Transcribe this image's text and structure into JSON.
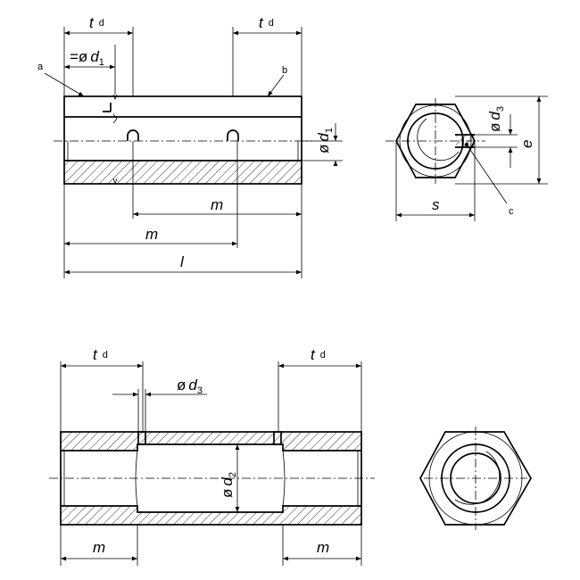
{
  "figure": {
    "top_view": {
      "dim_t_left": {
        "sym": "t",
        "sup": "d"
      },
      "dim_t_right": {
        "sym": "t",
        "sup": "d"
      },
      "dim_d1_top": {
        "pre": "=ø",
        "sym": "d",
        "sub": "1"
      },
      "dim_d1_side": {
        "pre": "ø",
        "sym": "d",
        "sub": "1"
      },
      "dim_m_upper": "m",
      "dim_m_lower": "m",
      "dim_l": "l",
      "callout_a": "a",
      "callout_b": "b",
      "flat_mark": "L"
    },
    "end_view_top": {
      "dim_d3": {
        "pre": "ø",
        "sym": "d",
        "sub": "3"
      },
      "dim_e": "e",
      "dim_s": "s",
      "callout_c": "c"
    },
    "section_view": {
      "dim_t_left": {
        "sym": "t",
        "sup": "d"
      },
      "dim_t_right": {
        "sym": "t",
        "sup": "d"
      },
      "dim_d3": {
        "pre": "ø",
        "sym": "d",
        "sub": "3"
      },
      "dim_d2": {
        "pre": "ø",
        "sym": "d",
        "sub": "2"
      },
      "dim_m_left": "m",
      "dim_m_right": "m"
    }
  }
}
